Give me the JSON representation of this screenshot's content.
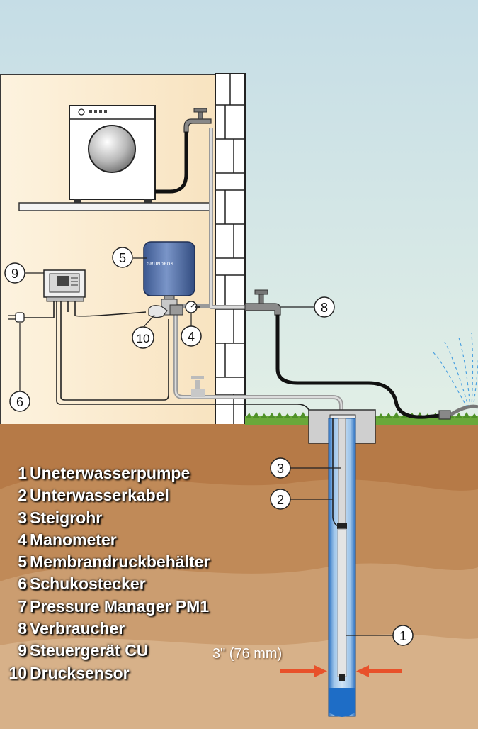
{
  "legend": [
    {
      "num": "1",
      "label": "Uneterwasserpumpe"
    },
    {
      "num": "2",
      "label": "Unterwasserkabel"
    },
    {
      "num": "3",
      "label": "Steigrohr"
    },
    {
      "num": "4",
      "label": "Manometer"
    },
    {
      "num": "5",
      "label": "Membrandruckbehälter"
    },
    {
      "num": "6",
      "label": "Schukostecker"
    },
    {
      "num": "7",
      "label": "Pressure Manager PM1"
    },
    {
      "num": "8",
      "label": "Verbraucher"
    },
    {
      "num": "9",
      "label": "Steuergerät CU"
    },
    {
      "num": "10",
      "label": "Drucksensor"
    }
  ],
  "callouts": {
    "c1": "1",
    "c2": "2",
    "c3": "3",
    "c4": "4",
    "c5": "5",
    "c6": "6",
    "c8": "8",
    "c9": "9",
    "c10": "10"
  },
  "dimension": "3\" (76 mm)",
  "brand": "GRUNDFOS",
  "colors": {
    "sky": "#d6e9ee",
    "wall": "#fbecd0",
    "soil": "#b97e4c",
    "grass": "#6aa83a",
    "pipe": "#c8c8c8",
    "tank": "#5b78b0",
    "well": "#1d6fc8",
    "arrow": "#e8512a"
  }
}
